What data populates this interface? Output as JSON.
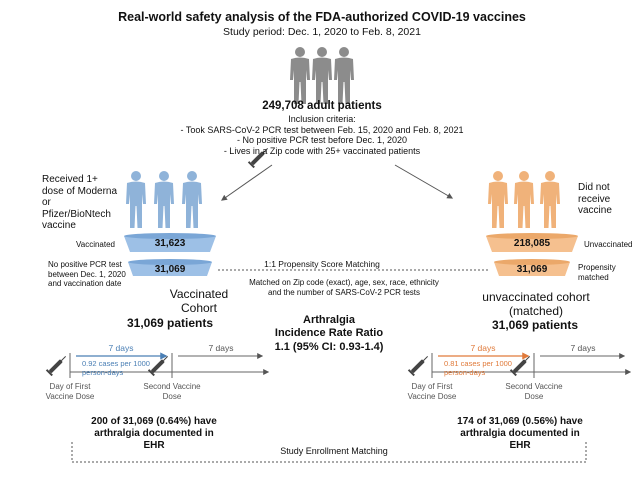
{
  "header": {
    "title": "Real-world safety analysis of the FDA-authorized COVID-19 vaccines",
    "study_period": "Study period: Dec. 1, 2020 to Feb. 8, 2021"
  },
  "population": {
    "count": "249,708 adult patients",
    "criteria_title": "Inclusion criteria:",
    "criteria": [
      "- Took SARS-CoV-2 PCR test between Feb. 15, 2020 and Feb. 8, 2021",
      "- No positive PCR test before Dec. 1, 2020",
      "- Lives in a Zip code with 25+ vaccinated patients"
    ]
  },
  "left": {
    "received_label": "Received 1+ dose of Moderna or Pfizer/BioNtech vaccine",
    "vaccinated_label": "Vaccinated",
    "vaccinated_count": "31,623",
    "no_pcr_label": "No positive PCR test between Dec. 1, 2020 and vaccination date",
    "no_pcr_count": "31,069",
    "cohort_name": "Vaccinated Cohort",
    "cohort_count": "31,069 patients",
    "timeline_7days_a": "7 days",
    "timeline_7days_b": "7 days",
    "rate": "0.92 cases per 1000 person-days",
    "dose1": "Day of First Vaccine Dose",
    "dose2": "Second Vaccine Dose",
    "result": "200 of 31,069 (0.64%) have arthralgia documented in EHR",
    "accent": "#4a7fb5"
  },
  "right": {
    "not_receive_label": "Did not receive vaccine",
    "unvaccinated_count": "218,085",
    "unvaccinated_label": "Unvaccinated",
    "matched_count": "31,069",
    "matched_label": "Propensity matched",
    "cohort_name": "unvaccinated cohort (matched)",
    "cohort_count": "31,069 patients",
    "timeline_7days_a": "7 days",
    "timeline_7days_b": "7 days",
    "rate": "0.81 cases per 1000 person-days",
    "dose1": "Day of First Vaccine Dose",
    "dose2": "Second Vaccine Dose",
    "result": "174 of 31,069 (0.56%) have arthralgia documented in EHR",
    "accent": "#e07a3a"
  },
  "center": {
    "matching_title": "1:1 Propensity Score Matching",
    "matching_desc": "Matched on Zip code (exact), age, sex, race, ethnicity and the number of SARS-CoV-2 PCR tests",
    "outcome": "Arthralgia",
    "irr_label": "Incidence Rate Ratio",
    "irr_value": "1.1 (95% CI: 0.93-1.4)",
    "enrollment": "Study Enrollment Matching"
  },
  "colors": {
    "gray_person": "#8c8c8c",
    "blue_person": "#8fb3d9",
    "orange_person": "#f0b27a",
    "blue_pill": "#9dc0e6",
    "orange_pill": "#f5c08f"
  }
}
